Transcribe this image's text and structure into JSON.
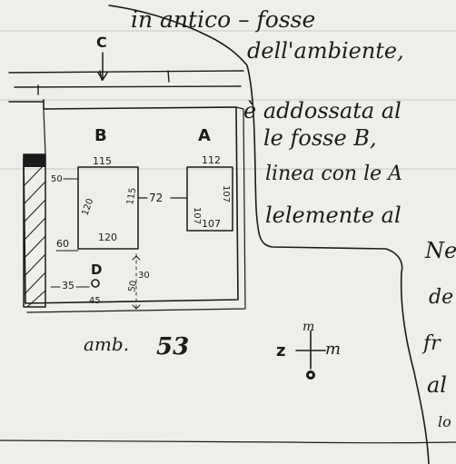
{
  "text_lines": [
    "in antico – fosse",
    "dell'ambiente,",
    "è addossata al",
    "le fosse B,",
    "linea con le A",
    "lelemente al",
    "Ne",
    "de",
    "fr",
    "al",
    "lo"
  ],
  "plan": {
    "label_c": "C",
    "label_b": "B",
    "label_a": "A",
    "label_d": "D",
    "caption_prefix": "amb.",
    "caption_number": "53",
    "dims": {
      "b_top": "115",
      "b_left": "120",
      "b_right": "115",
      "b_bottom": "120",
      "a_top": "112",
      "a_left": "107",
      "a_right": "107",
      "a_bottom": "107",
      "between": "72",
      "margin_top": "50",
      "margin_left_a": "60",
      "margin_left_b": "35",
      "d_below": "45",
      "d_right": "30",
      "d_right2": "50"
    }
  },
  "compass": {
    "north": "m",
    "east": "m",
    "west": "z"
  },
  "colors": {
    "paper": "#efeeea",
    "ink": "#1a1a1a"
  }
}
